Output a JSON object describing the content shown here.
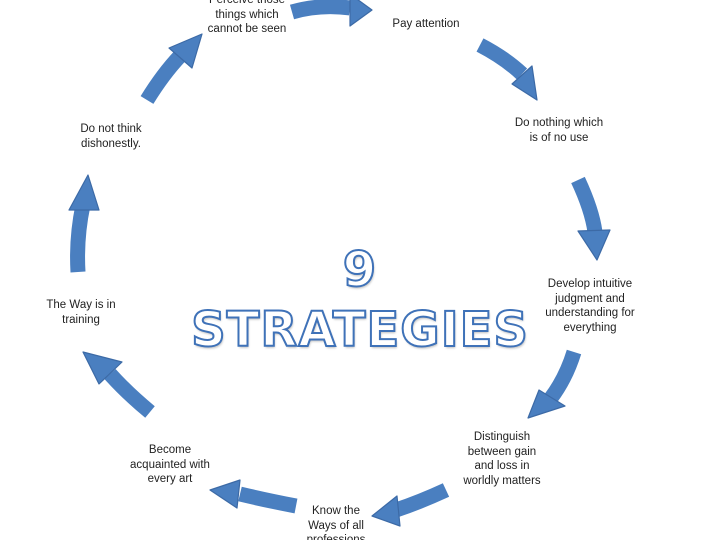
{
  "diagram": {
    "title": "9 STRATEGIES",
    "arrow_color": "#4a7fc0",
    "nodes": [
      "Perceive those things which cannot be seen",
      "Pay attention",
      "Do nothing which is of no use",
      "Develop intuitive judgment and understanding for everything",
      "Distinguish between gain and loss in worldly matters",
      "Know the Ways of all professions",
      "Become acquainted with every art",
      "The Way is in training",
      "Do not think dishonestly."
    ]
  }
}
